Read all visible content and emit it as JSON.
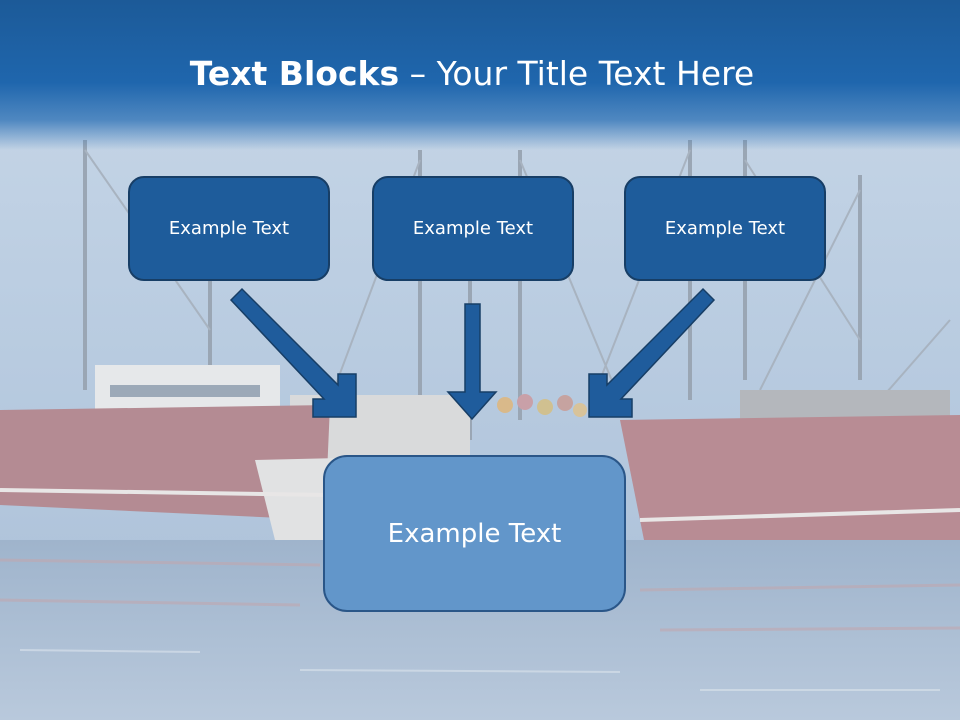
{
  "slide": {
    "title_bold": "Text Blocks",
    "title_dash": " – ",
    "title_rest": "Your Title Text Here"
  },
  "blocks": {
    "top_left": "Example Text",
    "top_center": "Example Text",
    "top_right": "Example Text",
    "bottom": "Example Text"
  },
  "colors": {
    "title_band": "#1f66ad",
    "small_box": "#1e5c9b",
    "big_box": "#6296ca",
    "arrow": "#1f5c9c"
  },
  "background": {
    "subject": "harbor-with-fishing-boats"
  }
}
